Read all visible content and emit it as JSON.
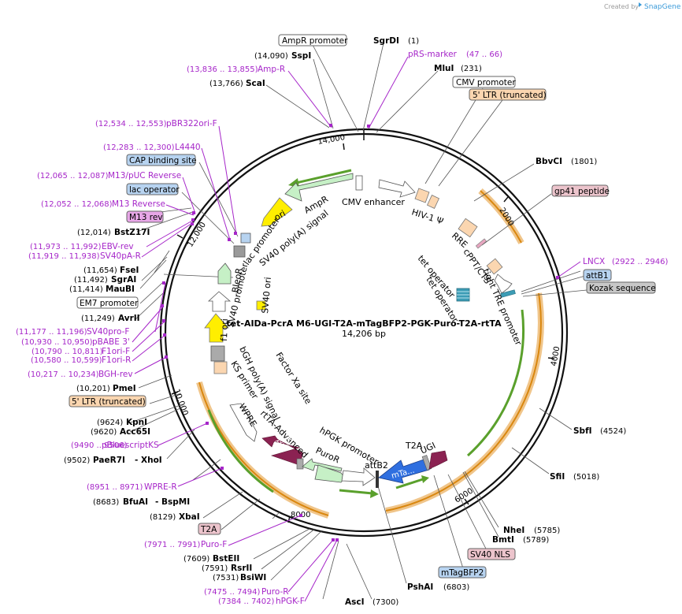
{
  "credit": {
    "text": "Created by",
    "brand": "SnapGene"
  },
  "plasmid": {
    "name": "tet-AIDa-PcrA M6-UGI-T2A-mTagBFP2-PGK-Puro-T2A-rtTA",
    "size": "14,206 bp"
  },
  "ticks": [
    "2000",
    "4000",
    "6000",
    "8000",
    "10,000",
    "12,000",
    "14,000"
  ],
  "boxes": {
    "ampr_promoter": "AmpR promoter",
    "cmv_promoter": "CMV promoter",
    "ltr_top": "5' LTR (truncated)",
    "gp41": "gp41 peptide",
    "attb1": "attB1",
    "kozak": "Kozak sequence",
    "cap": "CAP binding site",
    "lac_operator": "lac operator",
    "m13rev": "M13 rev",
    "em7": "EM7 promoter",
    "ltr_bottom": "5' LTR (truncated)",
    "t2a": "T2A",
    "sv40nls": "SV40 NLS",
    "mtagbfp2": "mTagBFP2"
  },
  "enzymes": {
    "sgrdi": {
      "name": "SgrDI",
      "pos": "(1)"
    },
    "sspi": {
      "name": "SspI",
      "pos": "(14,090)"
    },
    "mlui": {
      "name": "MluI",
      "pos": "(231)"
    },
    "scai": {
      "name": "ScaI",
      "pos": "(13,766)"
    },
    "bbvci": {
      "name": "BbvCI",
      "pos": "(1801)"
    },
    "bstz17i": {
      "name": "BstZ17I",
      "pos": "(12,014)"
    },
    "fsei": {
      "name": "FseI",
      "pos": "(11,654)"
    },
    "sgrai": {
      "name": "SgrAI",
      "pos": "(11,492)"
    },
    "maubi": {
      "name": "MauBI",
      "pos": "(11,414)"
    },
    "avrii": {
      "name": "AvrII",
      "pos": "(11,249)"
    },
    "pmei": {
      "name": "PmeI",
      "pos": "(10,201)"
    },
    "kpni": {
      "name": "KpnI",
      "pos": "(9624)"
    },
    "acc65i": {
      "name": "Acc65I",
      "pos": "(9620)"
    },
    "paer7i": {
      "name": "PaeR7I",
      "pos": "(9502)"
    },
    "xhoi": {
      "name": "- XhoI"
    },
    "bfuai": {
      "name": "BfuAI",
      "pos": "(8683)"
    },
    "bspmi": {
      "name": "- BspMI"
    },
    "xbai": {
      "name": "XbaI",
      "pos": "(8129)"
    },
    "bsteii": {
      "name": "BstEII",
      "pos": "(7609)"
    },
    "rsrii": {
      "name": "RsrII",
      "pos": "(7591)"
    },
    "bsiwi": {
      "name": "BsiWI",
      "pos": "(7531)"
    },
    "asci": {
      "name": "AscI",
      "pos": "(7300)"
    },
    "pshai": {
      "name": "PshAI",
      "pos": "(6803)"
    },
    "bmti": {
      "name": "BmtI",
      "pos": "(5789)"
    },
    "nhei": {
      "name": "NheI",
      "pos": "(5785)"
    },
    "sfii": {
      "name": "SfiI",
      "pos": "(5018)"
    },
    "sbfi": {
      "name": "SbfI",
      "pos": "(4524)"
    }
  },
  "primers": {
    "prs": {
      "name": "pRS-marker",
      "pos": "(47 .. 66)"
    },
    "ampr": {
      "name": "Amp-R",
      "pos": "(13,836 .. 13,855)"
    },
    "pbr": {
      "name": "pBR322ori-F",
      "pos": "(12,534 .. 12,553)"
    },
    "l4440": {
      "name": "L4440",
      "pos": "(12,283 .. 12,300)"
    },
    "m13puc": {
      "name": "M13/pUC Reverse",
      "pos": "(12,065 .. 12,087)"
    },
    "m13r": {
      "name": "M13 Reverse",
      "pos": "(12,052 .. 12,068)"
    },
    "ebv": {
      "name": "EBV-rev",
      "pos": "(11,973 .. 11,992)"
    },
    "sv40par": {
      "name": "SV40pA-R",
      "pos": "(11,919 .. 11,938)"
    },
    "sv40pro": {
      "name": "SV40pro-F",
      "pos": "(11,177 .. 11,196)"
    },
    "pbabe": {
      "name": "pBABE 3'",
      "pos": "(10,930 .. 10,950)"
    },
    "f1orif": {
      "name": "F1ori-F",
      "pos": "(10,790 .. 10,811)"
    },
    "f1orir": {
      "name": "F1ori-R",
      "pos": "(10,580 .. 10,599)"
    },
    "bghrev": {
      "name": "BGH-rev",
      "pos": "(10,217 .. 10,234)"
    },
    "pbks": {
      "name": "pBluescriptKS",
      "pos": "(9490 .. 9506)"
    },
    "wprer": {
      "name": "WPRE-R",
      "pos": "(8951 .. 8971)"
    },
    "purof": {
      "name": "Puro-F",
      "pos": "(7971 .. 7991)"
    },
    "puror": {
      "name": "Puro-R",
      "pos": "(7475 .. 7494)"
    },
    "hpgkf": {
      "name": "hPGK-F",
      "pos": "(7384 .. 7402)"
    },
    "lncx": {
      "name": "LNCX",
      "pos": "(2922 .. 2946)"
    }
  },
  "features": {
    "cmv_enhancer": "CMV enhancer",
    "hiv": "HIV-1 Ψ",
    "rre": "RRE",
    "cppt": "cPPT/CTS",
    "tight_tre": "tight TRE promoter",
    "tet_op1": "tet operator",
    "tet_op2": "tet operator",
    "ampr": "AmpR",
    "lac_promoter": "lac promoter",
    "sv40pa": "SV40 poly(A) signal",
    "ori": "ori",
    "bleor": "BleoR",
    "sv40_promoter": "SV40 promoter",
    "sv40_ori": "SV40 ori",
    "f1ori": "f1 ori",
    "bgh": "bGH poly(A) signal",
    "ks": "KS primer",
    "factorxa": "Factor Xa site",
    "wpre": "WPRE",
    "rtta": "rtTA-Advanced",
    "rtetr": "rTetR",
    "hpgk": "hPGK promoter",
    "puror": "PuroR",
    "attb2": "attB2",
    "t2a": "T2A",
    "ugi": "UGI",
    "mta": "mTa..."
  },
  "colors": {
    "backbone": "#111111",
    "primer": "#a626c9",
    "orange_arc": "#e8a030",
    "green_arrow": "#5aa02c",
    "ori_yellow": "#ffee00",
    "cds_pale_green": "#c6f0c6",
    "promoter_white": "#ffffff",
    "orange_box": "#fbd6b0",
    "blue_box": "#b7d3f0",
    "pink_box": "#ecc4cc",
    "gray_box": "#c8c8c8",
    "mtagbfp2_blue": "#2f6fe0",
    "rtetr_maroon": "#8b2252"
  }
}
